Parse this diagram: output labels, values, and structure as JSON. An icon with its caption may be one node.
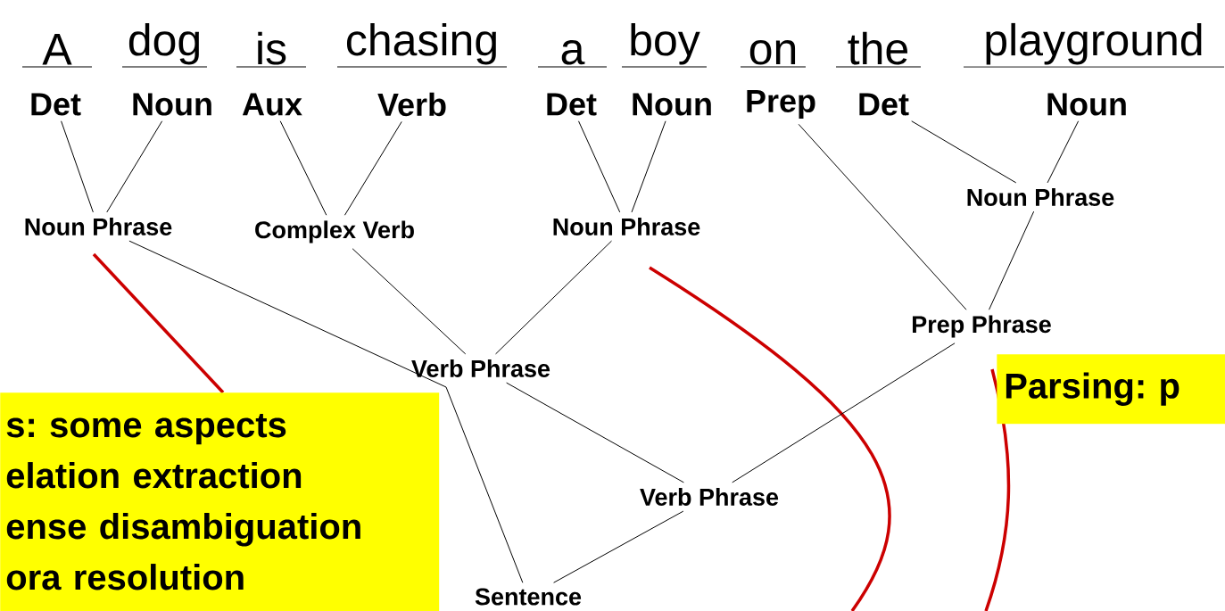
{
  "diagram": {
    "nodes": [
      {
        "text": [
          "Det"
        ]
      },
      {
        "text": [
          "Noun"
        ]
      },
      {
        "text": [
          "Aux"
        ]
      },
      {
        "text": [
          "Verb"
        ]
      },
      {
        "text": [
          "Det"
        ]
      },
      {
        "text": [
          "Noun"
        ]
      },
      {
        "text": [
          "Prep"
        ]
      },
      {
        "text": [
          "Det"
        ]
      },
      {
        "text": [
          "Noun"
        ]
      },
      {
        "text": [
          "Noun Phrase"
        ]
      },
      {
        "text": [
          "Complex Verb"
        ]
      },
      {
        "text": [
          "Noun Phrase"
        ]
      },
      {
        "text": [
          "Noun Phrase"
        ]
      },
      {
        "text": [
          "Prep Phrase"
        ]
      },
      {
        "text": [
          "Verb Phrase"
        ]
      },
      {
        "text": [
          "Verb Phrase"
        ]
      },
      {
        "text": [
          "Sentence"
        ]
      },
      {
        "text": [
          "s: some aspects",
          "elation extraction",
          "ense disambiguation",
          "ora resolution"
        ]
      },
      {
        "text": [
          "Parsing: p"
        ]
      }
    ],
    "edges": [
      {
        "from": 0,
        "to": 9,
        "arrow": "none"
      },
      {
        "from": 1,
        "to": 9,
        "arrow": "none"
      },
      {
        "from": 2,
        "to": 10,
        "arrow": "none"
      },
      {
        "from": 3,
        "to": 10,
        "arrow": "none"
      },
      {
        "from": 4,
        "to": 11,
        "arrow": "none"
      },
      {
        "from": 5,
        "to": 11,
        "arrow": "none"
      },
      {
        "from": 7,
        "to": 12,
        "arrow": "none"
      },
      {
        "from": 8,
        "to": 12,
        "arrow": "none"
      },
      {
        "from": 6,
        "to": 13,
        "arrow": "none"
      },
      {
        "from": 12,
        "to": 13,
        "arrow": "none"
      },
      {
        "from": 10,
        "to": 14,
        "arrow": "none"
      },
      {
        "from": 11,
        "to": 14,
        "arrow": "none"
      },
      {
        "from": 14,
        "to": 15,
        "arrow": "none"
      },
      {
        "from": 13,
        "to": 15,
        "arrow": "none"
      },
      {
        "from": 9,
        "to": 16,
        "arrow": "none"
      },
      {
        "from": 15,
        "to": 16,
        "arrow": "none"
      }
    ],
    "labels": [
      "A",
      "dog",
      "is",
      "chasing",
      "a",
      "boy",
      "on",
      "the",
      "playground"
    ]
  }
}
